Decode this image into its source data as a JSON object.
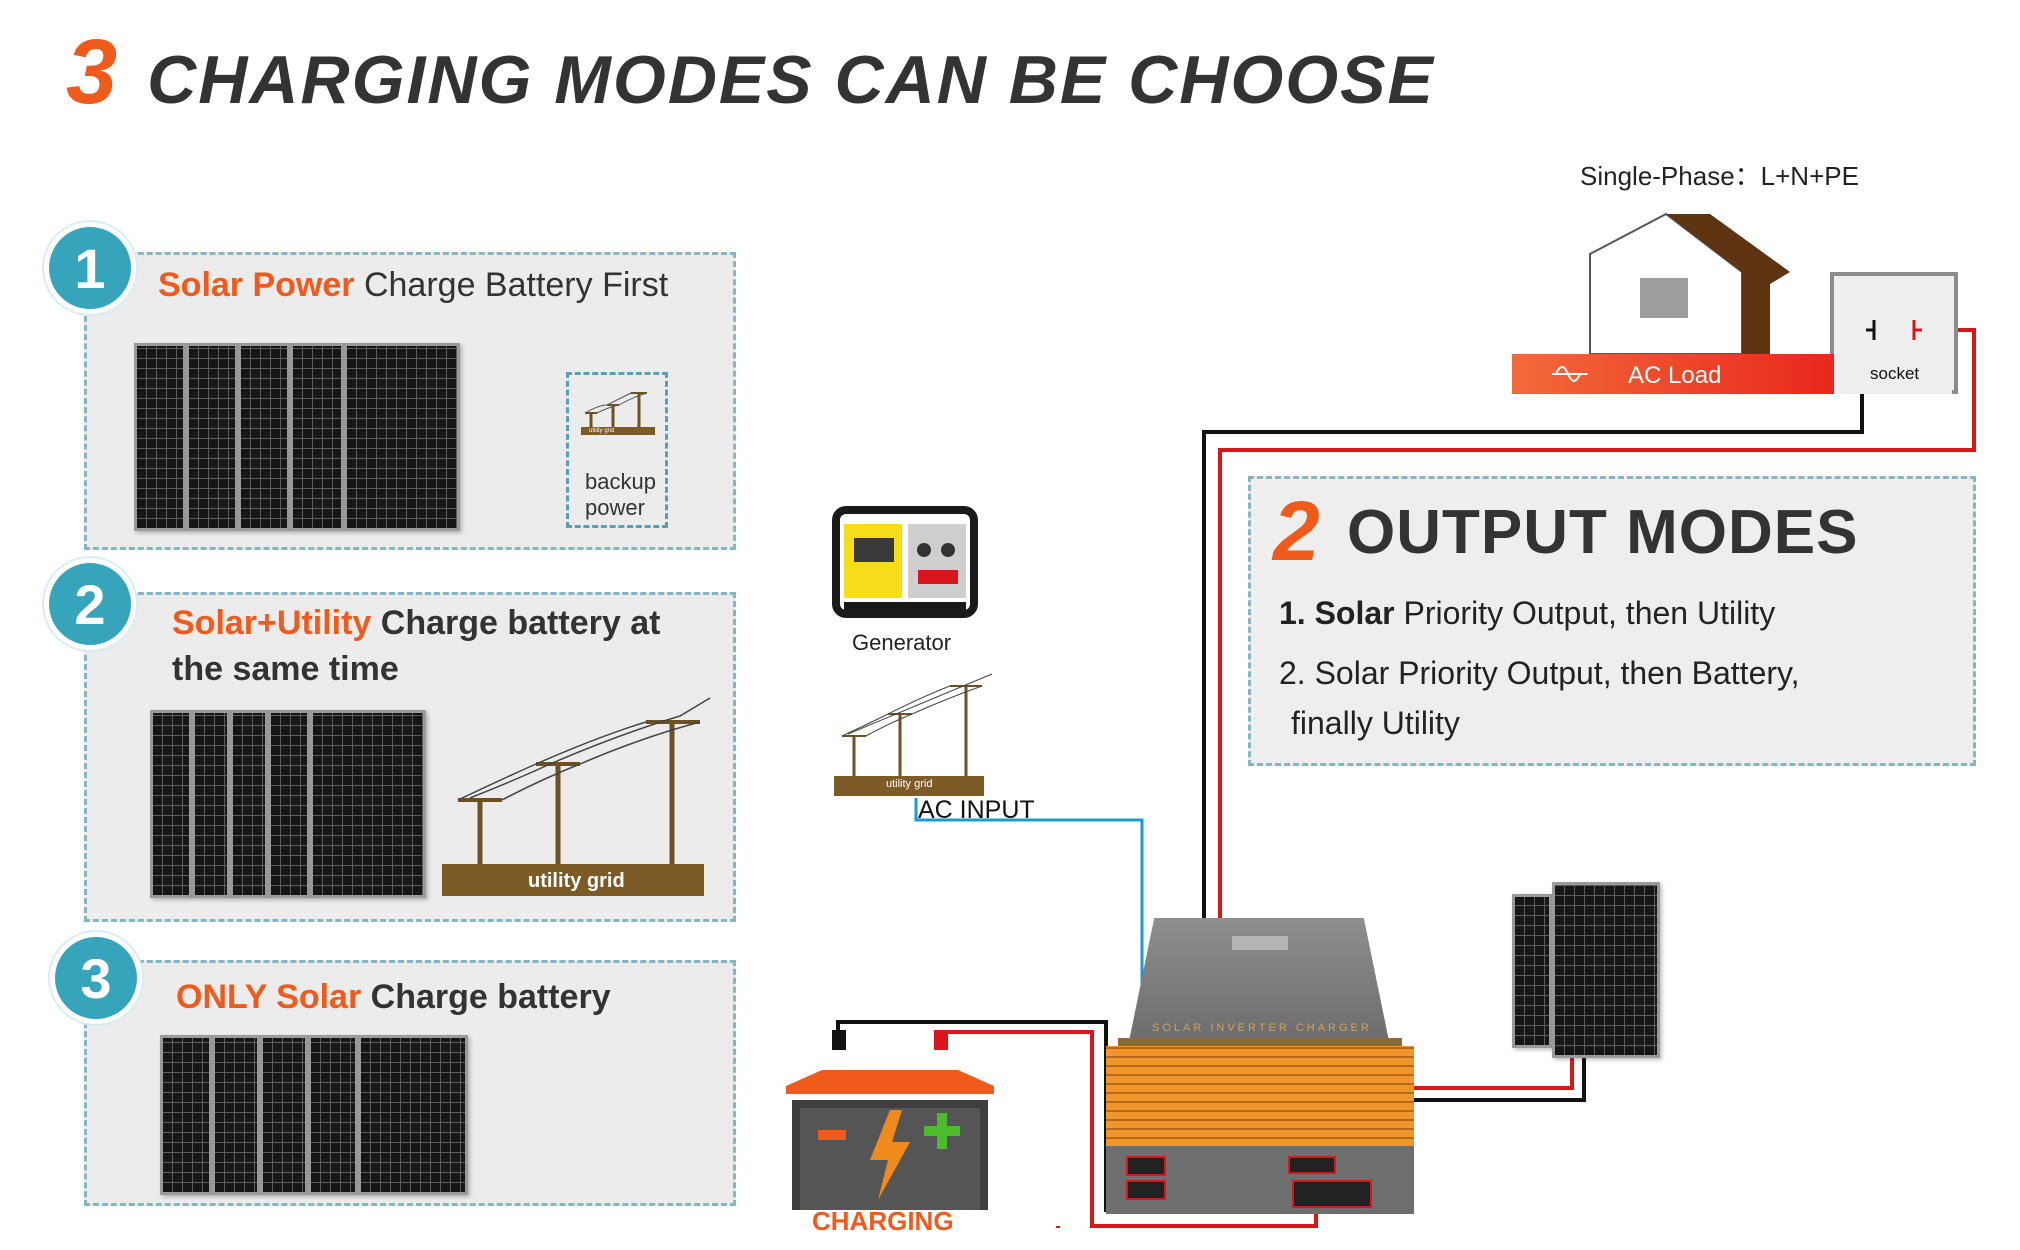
{
  "title": {
    "number": "3",
    "text": "CHARGING MODES CAN BE CHOOSE"
  },
  "modes": [
    {
      "number": "1",
      "highlight": "Solar Power",
      "text": " Charge Battery First",
      "backup_line1": "backup",
      "backup_line2": "power",
      "backup_grid_tag": "utility grid"
    },
    {
      "number": "2",
      "highlight": "Solar+Utility",
      "text": " Charge battery at",
      "text_line2": "the same time",
      "grid_label": "utility grid"
    },
    {
      "number": "3",
      "highlight": "ONLY Solar",
      "text": " Charge battery"
    }
  ],
  "output_modes": {
    "number": "2",
    "title": "OUTPUT MODES",
    "item1_prefix": "1.",
    "item1_bold": "Solar",
    "item1_rest": " Priority Output, then Utility",
    "item2_line1": "2.  Solar Priority Output, then Battery,",
    "item2_line2": "finally Utility"
  },
  "single_phase": "Single-Phase：L+N+PE",
  "ac_load": "AC Load",
  "socket": "socket",
  "generator": "Generator",
  "small_grid_label": "utility grid",
  "ac_input": "AC INPUT",
  "charging": "CHARGING",
  "inverter_label": "SOLAR INVERTER CHARGER",
  "colors": {
    "accent_orange": "#f05a1a",
    "teal": "#36a5bb",
    "dark_text": "#333333",
    "wire_red": "#d9161c",
    "wire_black": "#111111",
    "wire_blue": "#1b9ad6"
  }
}
